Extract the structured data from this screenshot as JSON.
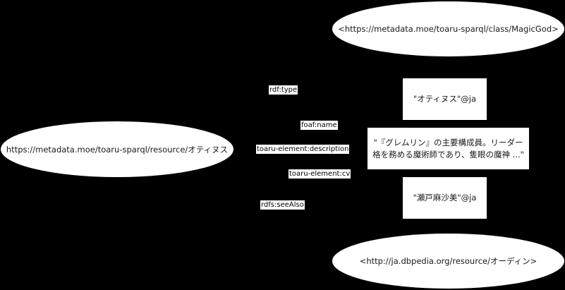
{
  "diagram": {
    "type": "rdf-graph",
    "subject": {
      "label": "https://metadata.moe/toaru-sparql/resource/オティヌス"
    },
    "edges": [
      {
        "predicate": "rdf:type",
        "target": "class_node"
      },
      {
        "predicate": "foaf:name",
        "target": "name_literal"
      },
      {
        "predicate": "toaru-element:description",
        "target": "description_literal"
      },
      {
        "predicate": "toaru-element:cv",
        "target": "cv_literal"
      },
      {
        "predicate": "rdfs:seeAlso",
        "target": "see_also_node"
      }
    ],
    "class_node": {
      "label": "<https://metadata.moe/toaru-sparql/class/MagicGod>"
    },
    "name_literal": {
      "label": "\"オティヌス\"@ja"
    },
    "description_literal": {
      "label": "\"『グレムリン』の主要構成員。リーダー\n格を務める魔術師であり、隻眼の魔神 ...\""
    },
    "cv_literal": {
      "label": "\"瀬戸麻沙美\"@ja"
    },
    "see_also_node": {
      "label": "<http://ja.dbpedia.org/resource/オーディン>"
    }
  },
  "colors": {
    "background": "#000000",
    "node_fill": "#ffffff",
    "text": "#1a1a1a"
  }
}
